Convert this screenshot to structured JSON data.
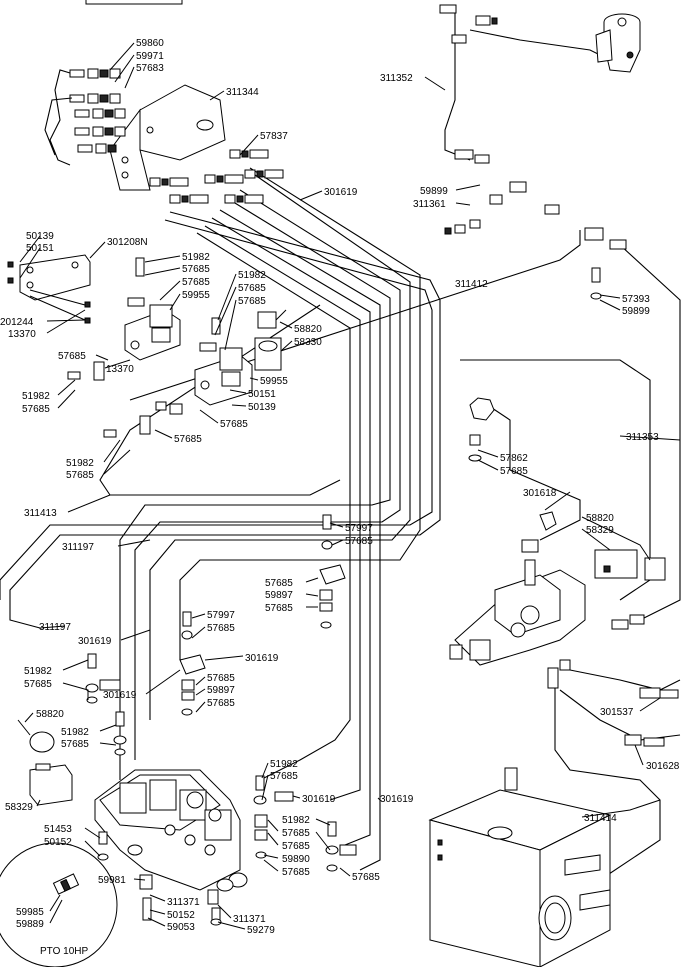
{
  "labels": [
    {
      "id": "l1",
      "text": "59860"
    },
    {
      "id": "l2",
      "text": "59971"
    },
    {
      "id": "l3",
      "text": "57683"
    },
    {
      "id": "l4",
      "text": "311344"
    },
    {
      "id": "l5",
      "text": "57837"
    },
    {
      "id": "l6",
      "text": "301619"
    },
    {
      "id": "l7",
      "text": "311352"
    },
    {
      "id": "l8",
      "text": "59899"
    },
    {
      "id": "l9",
      "text": "311361"
    },
    {
      "id": "l10",
      "text": "50139"
    },
    {
      "id": "l11",
      "text": "50151"
    },
    {
      "id": "l12",
      "text": "301208N"
    },
    {
      "id": "l13",
      "text": "51982"
    },
    {
      "id": "l14",
      "text": "57685"
    },
    {
      "id": "l15",
      "text": "57685"
    },
    {
      "id": "l16",
      "text": "59955"
    },
    {
      "id": "l17",
      "text": "51982"
    },
    {
      "id": "l18",
      "text": "57685"
    },
    {
      "id": "l19",
      "text": "57685"
    },
    {
      "id": "l20",
      "text": "311412"
    },
    {
      "id": "l21",
      "text": "57393"
    },
    {
      "id": "l22",
      "text": "59899"
    },
    {
      "id": "l23",
      "text": "201244"
    },
    {
      "id": "l24",
      "text": "13370"
    },
    {
      "id": "l25",
      "text": "58820"
    },
    {
      "id": "l26",
      "text": "58330"
    },
    {
      "id": "l27",
      "text": "57685"
    },
    {
      "id": "l28",
      "text": "13370"
    },
    {
      "id": "l29",
      "text": "59955"
    },
    {
      "id": "l30",
      "text": "51982"
    },
    {
      "id": "l31",
      "text": "57685"
    },
    {
      "id": "l32",
      "text": "50151"
    },
    {
      "id": "l33",
      "text": "50139"
    },
    {
      "id": "l34",
      "text": "57685"
    },
    {
      "id": "l35",
      "text": "57685"
    },
    {
      "id": "l36",
      "text": "51982"
    },
    {
      "id": "l37",
      "text": "57685"
    },
    {
      "id": "l38",
      "text": "57862"
    },
    {
      "id": "l39",
      "text": "57685"
    },
    {
      "id": "l40",
      "text": "311353"
    },
    {
      "id": "l41",
      "text": "301618"
    },
    {
      "id": "l42",
      "text": "311413"
    },
    {
      "id": "l43",
      "text": "57997"
    },
    {
      "id": "l44",
      "text": "57685"
    },
    {
      "id": "l45",
      "text": "58820"
    },
    {
      "id": "l46",
      "text": "58329"
    },
    {
      "id": "l47",
      "text": "311197"
    },
    {
      "id": "l48",
      "text": "57685"
    },
    {
      "id": "l49",
      "text": "59897"
    },
    {
      "id": "l50",
      "text": "57685"
    },
    {
      "id": "l51",
      "text": "311197"
    },
    {
      "id": "l52",
      "text": "57997"
    },
    {
      "id": "l53",
      "text": "57685"
    },
    {
      "id": "l54",
      "text": "301619"
    },
    {
      "id": "l55",
      "text": "301619"
    },
    {
      "id": "l56",
      "text": "51982"
    },
    {
      "id": "l57",
      "text": "57685"
    },
    {
      "id": "l58",
      "text": "57685"
    },
    {
      "id": "l59",
      "text": "59897"
    },
    {
      "id": "l60",
      "text": "57685"
    },
    {
      "id": "l61",
      "text": "301619"
    },
    {
      "id": "l62",
      "text": "301537"
    },
    {
      "id": "l63",
      "text": "58820"
    },
    {
      "id": "l64",
      "text": "51982"
    },
    {
      "id": "l65",
      "text": "57685"
    },
    {
      "id": "l66",
      "text": "301628"
    },
    {
      "id": "l67",
      "text": "58329"
    },
    {
      "id": "l68",
      "text": "51982"
    },
    {
      "id": "l69",
      "text": "57685"
    },
    {
      "id": "l70",
      "text": "301619"
    },
    {
      "id": "l71",
      "text": "301619"
    },
    {
      "id": "l72",
      "text": "51453"
    },
    {
      "id": "l73",
      "text": "50152"
    },
    {
      "id": "l74",
      "text": "51982"
    },
    {
      "id": "l75",
      "text": "57685"
    },
    {
      "id": "l76",
      "text": "311414"
    },
    {
      "id": "l77",
      "text": "57685"
    },
    {
      "id": "l78",
      "text": "59890"
    },
    {
      "id": "l79",
      "text": "57685"
    },
    {
      "id": "l80",
      "text": "57685"
    },
    {
      "id": "l81",
      "text": "59981"
    },
    {
      "id": "l82",
      "text": "311371"
    },
    {
      "id": "l83",
      "text": "50152"
    },
    {
      "id": "l84",
      "text": "311371"
    },
    {
      "id": "l85",
      "text": "59053"
    },
    {
      "id": "l86",
      "text": "59279"
    },
    {
      "id": "l87",
      "text": "59985"
    },
    {
      "id": "l88",
      "text": "59889"
    }
  ],
  "caption": "PTO 10HP"
}
